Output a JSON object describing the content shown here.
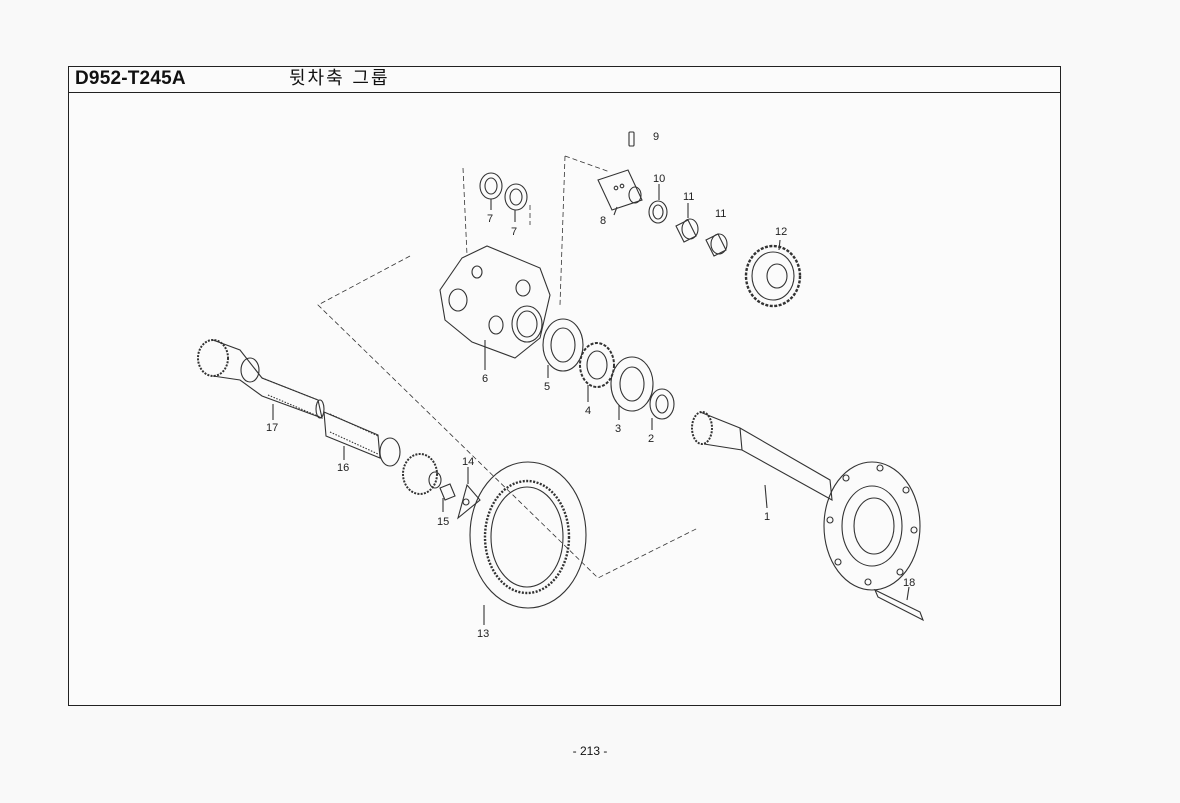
{
  "header": {
    "code": "D952-T245A",
    "title": "뒷차축 그룹"
  },
  "callouts": {
    "c1": "1",
    "c2": "2",
    "c3": "3",
    "c4": "4",
    "c5": "5",
    "c6": "6",
    "c7a": "7",
    "c7b": "7",
    "c8": "8",
    "c9": "9",
    "c10": "10",
    "c11a": "11",
    "c11b": "11",
    "c12": "12",
    "c13": "13",
    "c14": "14",
    "c15": "15",
    "c16": "16",
    "c17": "17",
    "c18": "18"
  },
  "footer": {
    "page_number": "- 213 -"
  }
}
